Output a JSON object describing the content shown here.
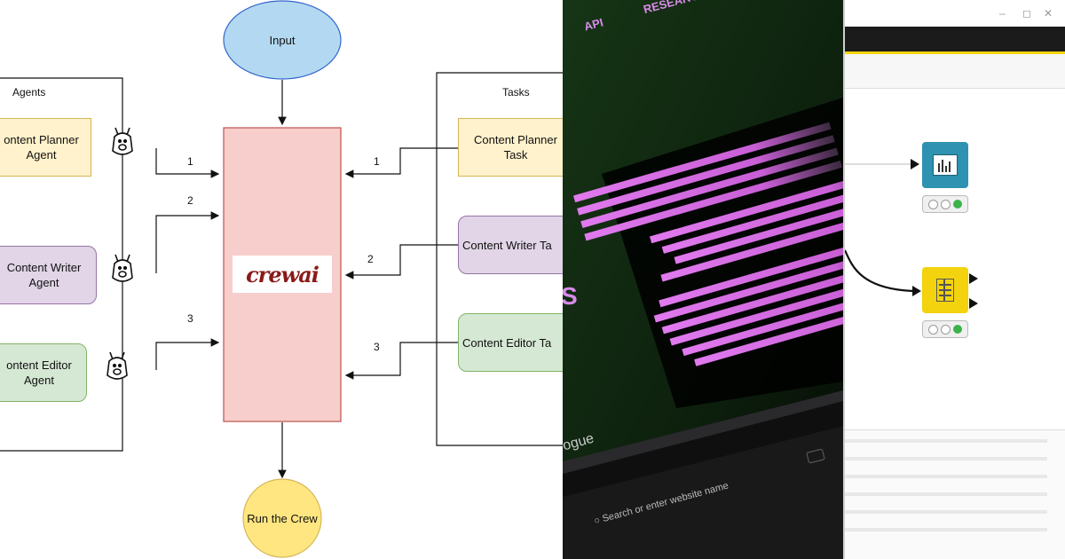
{
  "diagram": {
    "input_label": "Input",
    "run_label": "Run the Crew",
    "agents_heading": "Agents",
    "tasks_heading": "Tasks",
    "agents": [
      "ontent Planner\nAgent",
      "Content Writer\nAgent",
      "ontent Editor\nAgent"
    ],
    "tasks": [
      "Content Planner\nTask",
      "Content Writer Ta",
      "Content Editor Ta"
    ],
    "left_numbers": [
      "1",
      "2",
      "3"
    ],
    "right_numbers": [
      "1",
      "2",
      "3"
    ],
    "logo_text": "crewai"
  },
  "laptop_photo": {
    "nav_api": "API",
    "nav_research": "RESEARCH",
    "address_placeholder": "Search or enter website name",
    "side_text": "ogue",
    "fragment": "S"
  },
  "knime_window": {
    "title_controls": [
      "–",
      "◻",
      "✕"
    ]
  },
  "colors": {
    "agent_planner": "#fff2cc",
    "agent_writer": "#e1d5e7",
    "agent_editor": "#d5e8d4",
    "crew_box": "#f8cecc",
    "input_ellipse": "#b3d9f2",
    "run_circle": "#ffe680",
    "bar_magenta": "#d86fe0"
  }
}
